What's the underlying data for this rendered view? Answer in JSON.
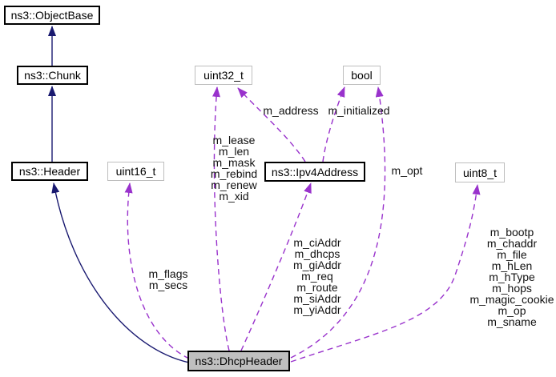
{
  "diagram": {
    "title": "ns3::DhcpHeader collaboration graph",
    "colors": {
      "inheritance": "#191970",
      "usage": "#9932CC",
      "class_border": "#000000",
      "primitive_border": "#BEBEBE",
      "focus_fill": "#BFBFBF",
      "background": "#FFFFFF"
    },
    "nodes": {
      "objectbase": {
        "label": "ns3::ObjectBase"
      },
      "chunk": {
        "label": "ns3::Chunk"
      },
      "header": {
        "label": "ns3::Header"
      },
      "uint16": {
        "label": "uint16_t"
      },
      "uint32": {
        "label": "uint32_t"
      },
      "bool": {
        "label": "bool"
      },
      "ipv4address": {
        "label": "ns3::Ipv4Address"
      },
      "uint8": {
        "label": "uint8_t"
      },
      "dhcpheader": {
        "label": "ns3::DhcpHeader"
      }
    },
    "edge_labels": {
      "flags": "m_flags\nm_secs",
      "lease": "m_lease\nm_len\nm_mask\nm_rebind\nm_renew\nm_xid",
      "address": "m_address",
      "initialized": "m_initialized",
      "opt": "m_opt",
      "ciaddr": "m_ciAddr\nm_dhcps\nm_giAddr\nm_req\nm_route\nm_siAddr\nm_yiAddr",
      "bootp": "m_bootp\nm_chaddr\nm_file\nm_hLen\nm_hType\nm_hops\nm_magic_cookie\nm_op\nm_sname"
    }
  }
}
